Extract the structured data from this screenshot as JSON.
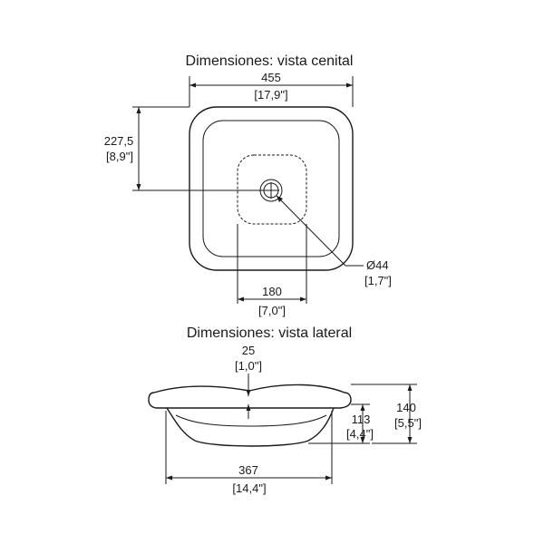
{
  "top_view": {
    "title": "Dimensiones: vista cenital",
    "width_mm": "455",
    "width_in": "[17,9\"]",
    "half_depth_mm": "227,5",
    "half_depth_in": "[8,9\"]",
    "drain_diameter_mm": "Ø44",
    "drain_diameter_in": "[1,7\"]",
    "inner_bottom_mm": "180",
    "inner_bottom_in": "[7,0\"]"
  },
  "side_view": {
    "title": "Dimensiones: vista lateral",
    "rim_mm": "25",
    "rim_in": "[1,0\"]",
    "depth_mm": "113",
    "depth_in": "[4,4\"]",
    "total_height_mm": "140",
    "total_height_in": "[5,5\"]",
    "base_width_mm": "367",
    "base_width_in": "[14,4\"]"
  }
}
